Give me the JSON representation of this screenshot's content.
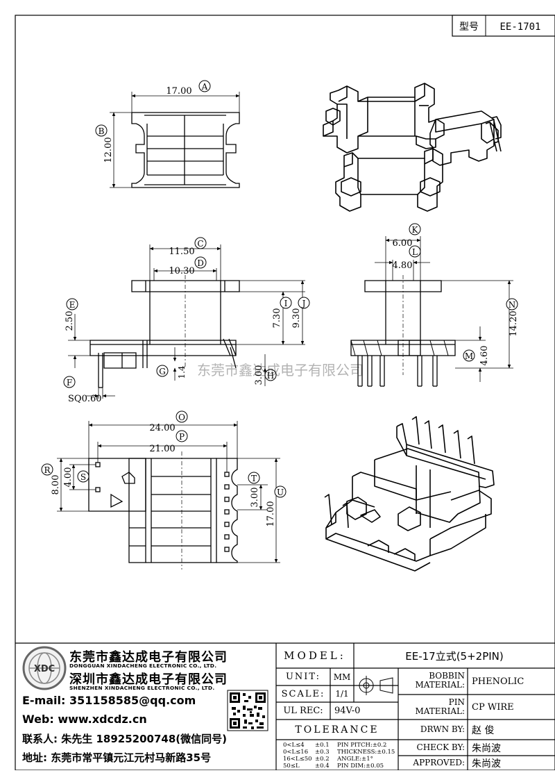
{
  "header": {
    "type_label": "型号",
    "type_value": "EE-1701"
  },
  "dimensions": {
    "A": {
      "letter": "A",
      "value": "17.00"
    },
    "B": {
      "letter": "B",
      "value": "12.00"
    },
    "C": {
      "letter": "C",
      "value": "11.50"
    },
    "D": {
      "letter": "D",
      "value": "10.30"
    },
    "E": {
      "letter": "E",
      "value": "2.50"
    },
    "F": {
      "letter": "F",
      "value": "SQ0.60"
    },
    "G": {
      "letter": "G",
      "value": "1.4"
    },
    "H": {
      "letter": "H",
      "value": "3.00"
    },
    "I": {
      "letter": "I",
      "value": "7.30"
    },
    "J": {
      "letter": "J",
      "value": "9.30"
    },
    "K": {
      "letter": "K",
      "value": "6.00"
    },
    "L": {
      "letter": "L",
      "value": "4.80"
    },
    "M": {
      "letter": "M",
      "value": "4.60"
    },
    "N": {
      "letter": "N",
      "value": "14.20"
    },
    "O": {
      "letter": "O",
      "value": "24.00"
    },
    "P": {
      "letter": "P",
      "value": "21.00"
    },
    "R": {
      "letter": "R",
      "value": "8.00"
    },
    "S": {
      "letter": "S",
      "value": "4.00"
    },
    "T": {
      "letter": "T",
      "value": "3.00"
    },
    "U": {
      "letter": "U",
      "value": "17.00"
    }
  },
  "watermark": "东莞市鑫达成电子有限公司",
  "company": {
    "name_cn_1": "东莞市鑫达成电子有限公司",
    "name_en_1": "DONGGUAN XINDACHENG ELECTRONIC CO., LTD.",
    "name_cn_2": "深圳市鑫达成电子有限公司",
    "name_en_2": "SHENZHEN XINDACHENG ELECTRONIC CO., LTD.",
    "logo_text": "XDC"
  },
  "contact": {
    "email": "E-mail: 351158585@qq.com",
    "web": "Web: www.xdcdz.cn",
    "person": "联系人: 朱先生 18925200748(微信同号)",
    "address": "地址: 东莞市常平镇元江元村马新路35号"
  },
  "title_block": {
    "model_label": "MODEL:",
    "model_value": "EE-17立式(5+2PIN)",
    "unit_label": "UNIT:",
    "unit_value": "MM",
    "scale_label": "SCALE:",
    "scale_value": "1/1",
    "ulrec_label": "UL REC:",
    "ulrec_value": "94V-0",
    "tolerance_label": "TOLERANCE",
    "tolerance_rows": [
      {
        "range": "0<L≤4",
        "tol": "±0.1",
        "item": "PIN PITCH:±0.2"
      },
      {
        "range": "0<L≤16",
        "tol": "±0.3",
        "item": "THICKNESS:±0.15"
      },
      {
        "range": "16<L≤50",
        "tol": "±0.2",
        "item": "ANGLE:±1°"
      },
      {
        "range": "50≤L",
        "tol": "±0.4",
        "item": "PIN DIM:±0.05"
      }
    ],
    "bobbin_label_1": "BOBBIN",
    "bobbin_label_2": "MATERIAL:",
    "bobbin_value": "PHENOLIC",
    "pin_label_1": "PIN",
    "pin_label_2": "MATERIAL:",
    "pin_value": "CP WIRE",
    "drawn_label": "DRWN BY:",
    "drawn_value": "赵 俊",
    "check_label": "CHECK BY:",
    "check_value": "朱尚波",
    "approved_label": "APPROVED:",
    "approved_value": "朱尚波"
  }
}
